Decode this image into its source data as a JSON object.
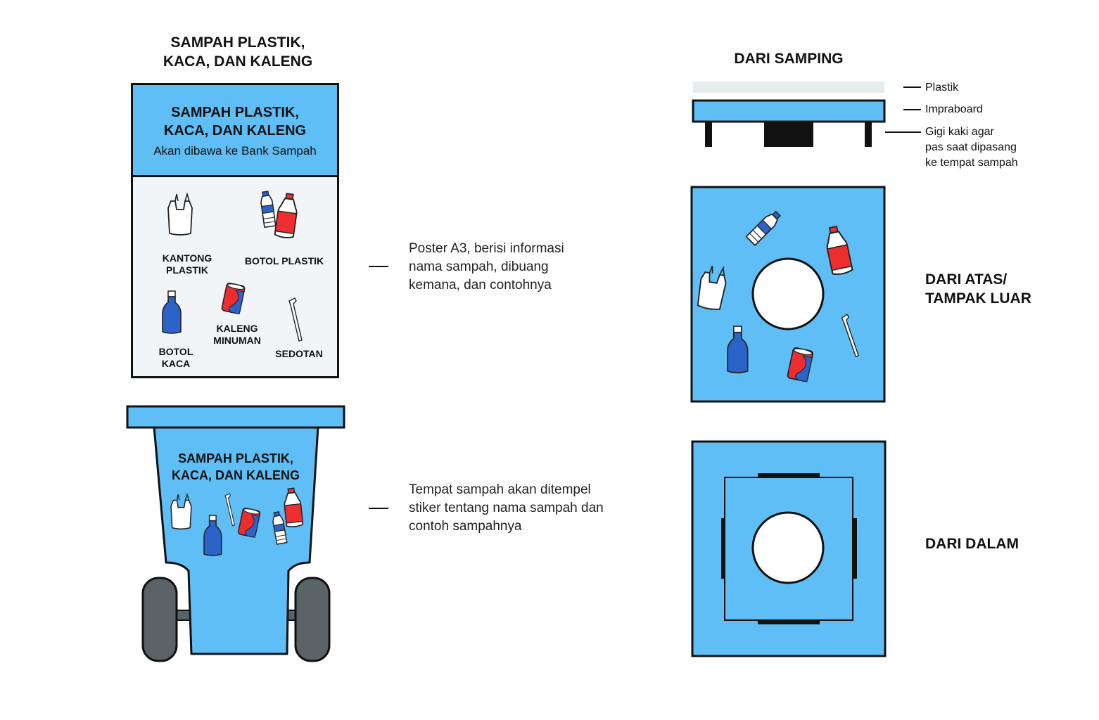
{
  "poster": {
    "heading": "SAMPAH PLASTIK,\nKACA, DAN KALENG",
    "header_title": "SAMPAH PLASTIK,\nKACA, DAN KALENG",
    "header_subtitle": "Akan dibawa ke Bank Sampah",
    "items": {
      "kantong": "KANTONG\nPLASTIK",
      "botol_plastik": "BOTOL PLASTIK",
      "botol_kaca": "BOTOL\nKACA",
      "kaleng": "KALENG\nMINUMAN",
      "sedotan": "SEDOTAN"
    },
    "description": "Poster A3, berisi informasi\nnama sampah, dibuang\nkemana, dan contohnya"
  },
  "bin": {
    "label": "SAMPAH PLASTIK,\nKACA, DAN KALENG",
    "description": "Tempat sampah akan ditempel\nstiker tentang nama sampah dan\ncontoh sampahnya"
  },
  "side_view": {
    "title": "DARI SAMPING",
    "labels": {
      "plastik": "Plastik",
      "impraboard": "Impraboard",
      "gigi": "Gigi kaki agar\npas saat dipasang\nke tempat sampah"
    }
  },
  "top_view": {
    "label": "DARI ATAS/\nTAMPAK LUAR"
  },
  "inner_view": {
    "label": "DARI DALAM"
  },
  "colors": {
    "blue": "#5ebef5",
    "outline": "#111111",
    "red": "#ee2e2e",
    "dark_blue": "#2c63c6",
    "wheel": "#5c6366",
    "plastic_sheet": "#e6ebee"
  },
  "icons": [
    "plastic-bag-icon",
    "plastic-bottle-icon",
    "glass-bottle-icon",
    "soda-can-icon",
    "straw-icon"
  ]
}
